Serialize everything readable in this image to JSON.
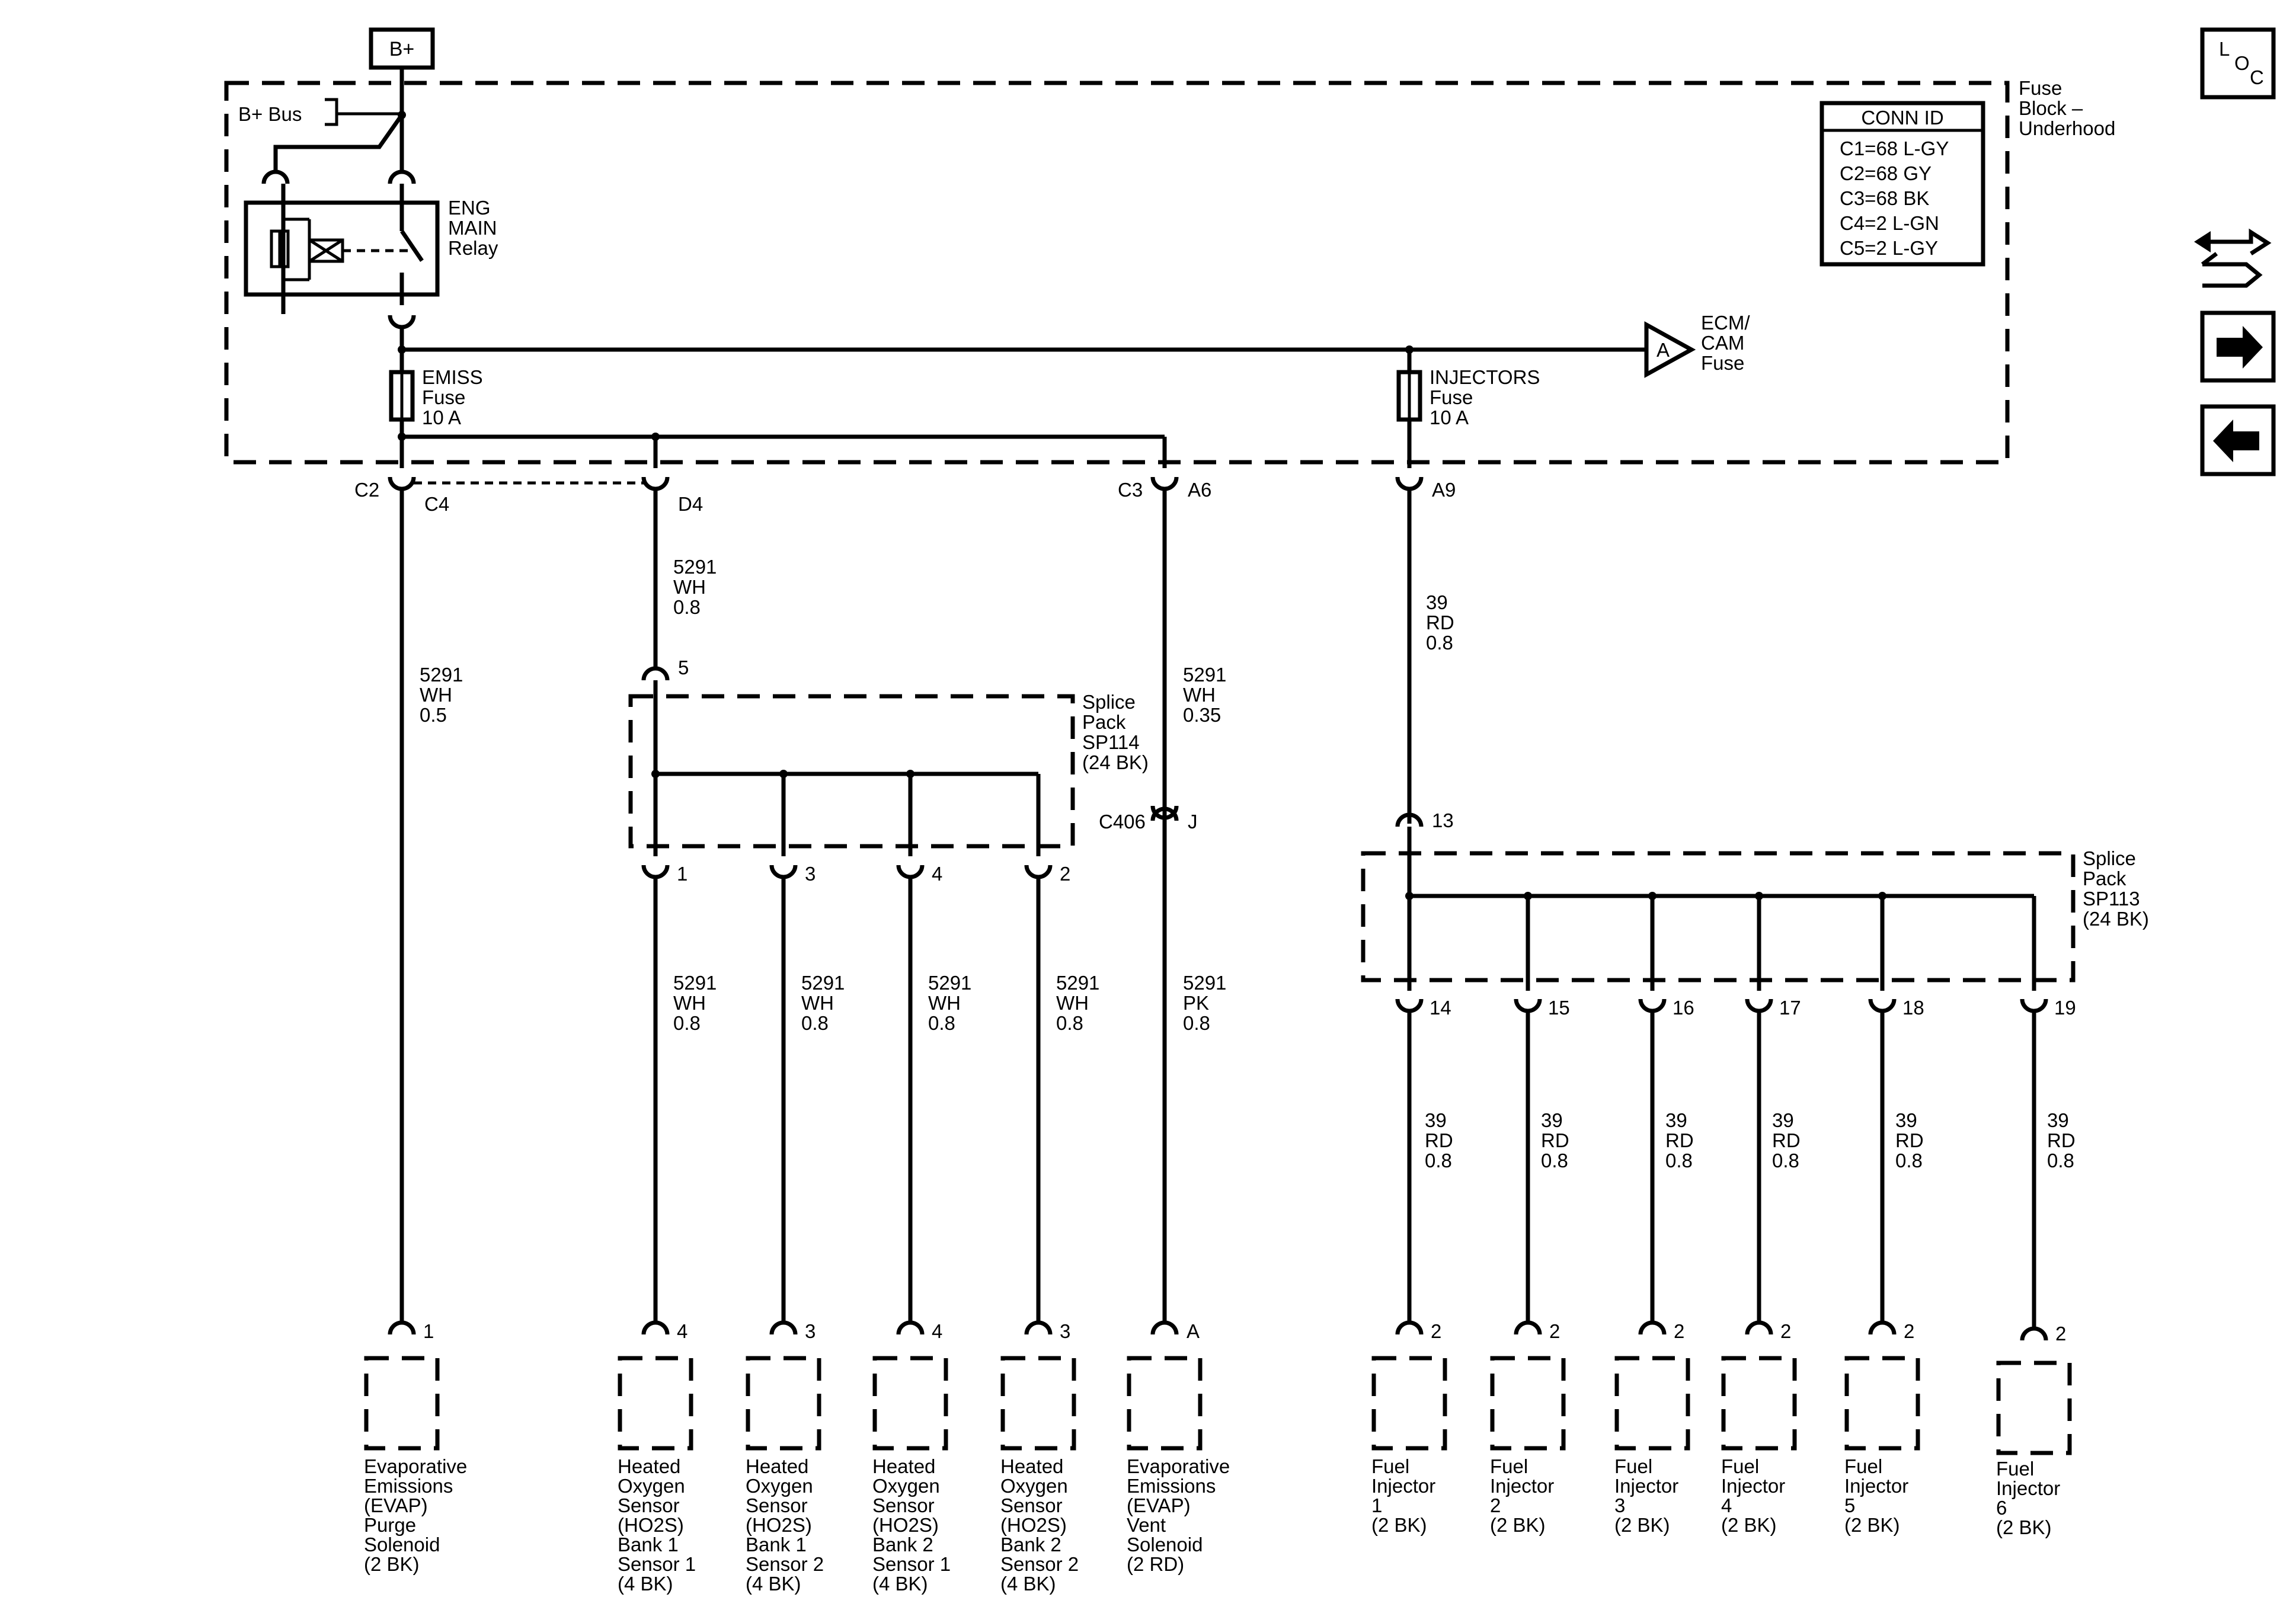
{
  "power": {
    "label": "B+"
  },
  "fuse_block": {
    "label": [
      "Fuse",
      "Block –",
      "Underhood"
    ],
    "bus_label": "B+ Bus"
  },
  "relay": {
    "label": [
      "ENG",
      "MAIN",
      "Relay"
    ]
  },
  "conn_id": {
    "title": "CONN ID",
    "rows": [
      "C1=68 L-GY",
      "C2=68 GY",
      "C3=68 BK",
      "C4=2 L-GN",
      "C5=2 L-GY"
    ]
  },
  "fuses": {
    "emiss": [
      "EMISS",
      "Fuse",
      "10 A"
    ],
    "injectors": [
      "INJECTORS",
      "Fuse",
      "10 A"
    ]
  },
  "offpage": {
    "letter": "A",
    "label": [
      "ECM/",
      "CAM",
      "Fuse"
    ]
  },
  "connectors": {
    "c2": "C2",
    "c4": "C4",
    "d4": "D4",
    "c3": "C3",
    "a6": "A6",
    "a9": "A9",
    "c406": "C406",
    "j": "J"
  },
  "splice_packs": {
    "sp114": {
      "label": [
        "Splice",
        "Pack",
        "SP114",
        "(24 BK)"
      ],
      "in_pin": "5",
      "out_pins": [
        "1",
        "3",
        "4",
        "2"
      ]
    },
    "sp113": {
      "label": [
        "Splice",
        "Pack",
        "SP113",
        "(24 BK)"
      ],
      "in_pin": "13",
      "out_pins": [
        "14",
        "15",
        "16",
        "17",
        "18",
        "19"
      ]
    }
  },
  "wires": {
    "evap_purge": [
      "5291",
      "WH",
      "0.5"
    ],
    "to_sp114": [
      "5291",
      "WH",
      "0.8"
    ],
    "evap_vent_upper": [
      "5291",
      "WH",
      "0.35"
    ],
    "evap_vent_lower": [
      "5291",
      "PK",
      "0.8"
    ],
    "to_sp113": [
      "39",
      "RD",
      "0.8"
    ],
    "ho2s": [
      [
        "5291",
        "WH",
        "0.8"
      ],
      [
        "5291",
        "WH",
        "0.8"
      ],
      [
        "5291",
        "WH",
        "0.8"
      ],
      [
        "5291",
        "WH",
        "0.8"
      ]
    ],
    "injectors": [
      [
        "39",
        "RD",
        "0.8"
      ],
      [
        "39",
        "RD",
        "0.8"
      ],
      [
        "39",
        "RD",
        "0.8"
      ],
      [
        "39",
        "RD",
        "0.8"
      ],
      [
        "39",
        "RD",
        "0.8"
      ],
      [
        "39",
        "RD",
        "0.8"
      ]
    ]
  },
  "components": [
    {
      "pin": "1",
      "label": [
        "Evaporative",
        "Emissions",
        "(EVAP)",
        "Purge",
        "Solenoid",
        "(2 BK)"
      ]
    },
    {
      "pin": "4",
      "label": [
        "Heated",
        "Oxygen",
        "Sensor",
        "(HO2S)",
        "Bank 1",
        "Sensor 1",
        "(4 BK)"
      ]
    },
    {
      "pin": "3",
      "label": [
        "Heated",
        "Oxygen",
        "Sensor",
        "(HO2S)",
        "Bank 1",
        "Sensor 2",
        "(4 BK)"
      ]
    },
    {
      "pin": "4",
      "label": [
        "Heated",
        "Oxygen",
        "Sensor",
        "(HO2S)",
        "Bank 2",
        "Sensor 1",
        "(4 BK)"
      ]
    },
    {
      "pin": "3",
      "label": [
        "Heated",
        "Oxygen",
        "Sensor",
        "(HO2S)",
        "Bank 2",
        "Sensor 2",
        "(4 BK)"
      ]
    },
    {
      "pin": "A",
      "label": [
        "Evaporative",
        "Emissions",
        "(EVAP)",
        "Vent",
        "Solenoid",
        "(2 RD)"
      ]
    },
    {
      "pin": "2",
      "label": [
        "Fuel",
        "Injector",
        "1",
        "(2 BK)"
      ]
    },
    {
      "pin": "2",
      "label": [
        "Fuel",
        "Injector",
        "2",
        "(2 BK)"
      ]
    },
    {
      "pin": "2",
      "label": [
        "Fuel",
        "Injector",
        "3",
        "(2 BK)"
      ]
    },
    {
      "pin": "2",
      "label": [
        "Fuel",
        "Injector",
        "4",
        "(2 BK)"
      ]
    },
    {
      "pin": "2",
      "label": [
        "Fuel",
        "Injector",
        "5",
        "(2 BK)"
      ]
    },
    {
      "pin": "2",
      "label": [
        "Fuel",
        "Injector",
        "6",
        "(2 BK)"
      ]
    }
  ],
  "nav": {
    "loc": [
      "L",
      "O",
      "C"
    ],
    "icons": [
      "connector-swap-icon",
      "arrow-right-icon",
      "arrow-left-icon"
    ]
  }
}
